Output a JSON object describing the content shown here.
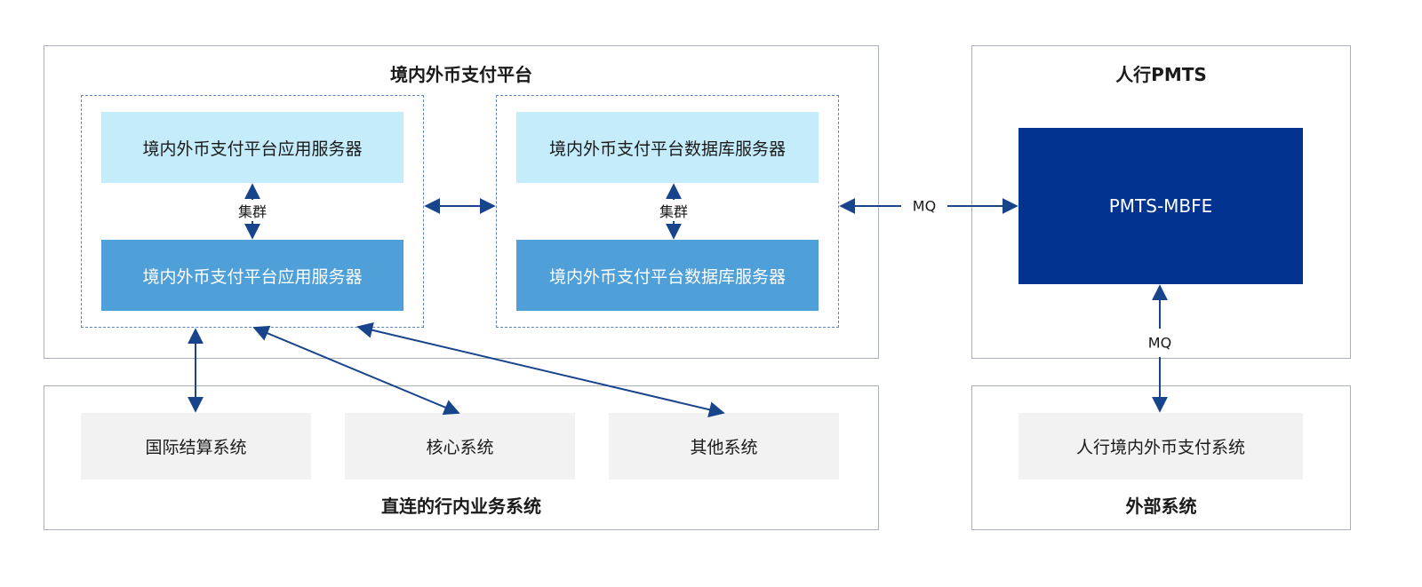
{
  "platform": {
    "title": "境内外币支付平台",
    "app_server_1": "境内外币支付平台应用服务器",
    "app_server_2": "境内外币支付平台应用服务器",
    "db_server_1": "境内外币支付平台数据库服务器",
    "db_server_2": "境内外币支付平台数据库服务器",
    "cluster_label_app": "集群",
    "cluster_label_db": "集群"
  },
  "pmts": {
    "title": "人行PMTS",
    "node": "PMTS-MBFE"
  },
  "internal_systems": {
    "title": "直连的行内业务系统",
    "items": [
      "国际结算系统",
      "核心系统",
      "其他系统"
    ]
  },
  "external_systems": {
    "title": "外部系统",
    "item": "人行境内外币支付系统"
  },
  "links": {
    "mq_horizontal": "MQ",
    "mq_vertical": "MQ"
  },
  "colors": {
    "arrow": "#17448a",
    "dark_node": "#023391",
    "light_node": "#c5ecfa",
    "mid_node": "#4f9fd9"
  }
}
